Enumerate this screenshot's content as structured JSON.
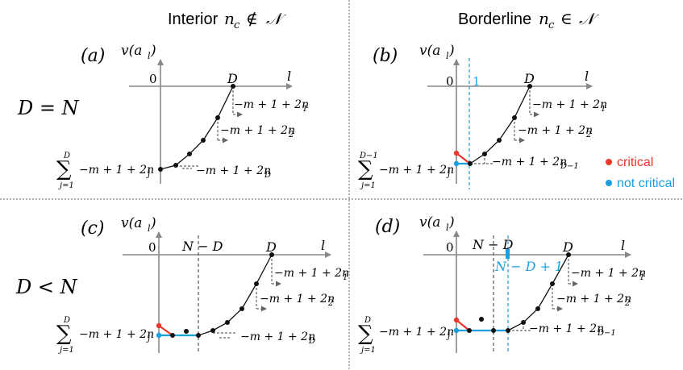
{
  "colors": {
    "critical": "#e8392b",
    "not_critical": "#1a9fe0",
    "axis": "#888888",
    "curve": "#111111",
    "guide": "#666666",
    "divider": "#666666"
  },
  "columns": {
    "interior": {
      "word": "Interior",
      "var": "n",
      "sub": "c",
      "rel": "∉",
      "set": "𝒩"
    },
    "borderline": {
      "word": "Borderline",
      "var": "n",
      "sub": "c",
      "rel": "∈",
      "set": "𝒩"
    }
  },
  "rows": {
    "top": "D = N",
    "bottom": "D < N"
  },
  "legend": {
    "critical": "critical",
    "not_critical": "not critical"
  },
  "panels": {
    "a": {
      "tag": "(a)"
    },
    "b": {
      "tag": "(b)"
    },
    "c": {
      "tag": "(c)"
    },
    "d": {
      "tag": "(d)"
    }
  },
  "axis": {
    "y_label": "v(a",
    "y_sub": "l",
    "y_close": ")",
    "x_label": "l",
    "origin": "0",
    "end_label": "D"
  },
  "markers": {
    "one": "1",
    "n_minus_d": "N − D",
    "n_minus_d_plus_1": "N − D + 1"
  },
  "terms": {
    "step_prefix": "−m + 1 + 2n",
    "sub_1": "1",
    "sub_2": "2",
    "sub_D": "D",
    "sub_Dm1": "D−1",
    "sum_var": "j",
    "sum_lower": "j=1",
    "sum_upper_D": "D",
    "sum_upper_Dm1": "D−1",
    "sigma": "∑"
  }
}
